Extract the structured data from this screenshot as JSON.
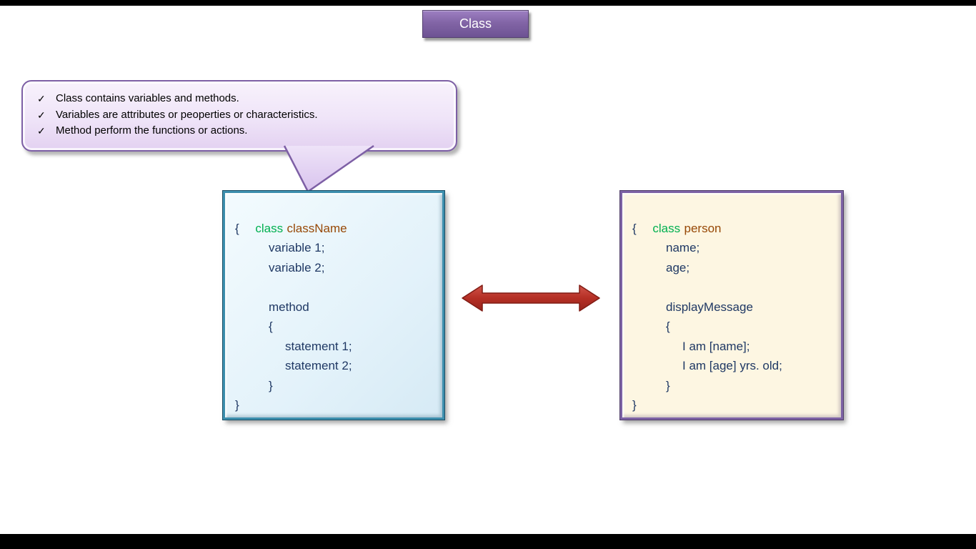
{
  "colors": {
    "accent_purple": "#8064a2",
    "button_purple": "#7a5c9e",
    "keyword_green": "#00b050",
    "class_name_brown": "#974806",
    "code_navy": "#1f3864",
    "left_box_border_teal": "#3d8fae",
    "left_box_fill_blue": "#e3f2fa",
    "right_box_fill_cream": "#fdf6e2",
    "right_box_border_purple": "#7d62a5",
    "callout_fill_lavender": "#efe4f8",
    "arrow_red": "#b52f25"
  },
  "title_button": {
    "label": "Class"
  },
  "callout": {
    "bullet_icon": "✓",
    "bullets": [
      "Class contains variables and methods.",
      "Variables are attributes or peoperties or characteristics.",
      "Method perform the functions or actions."
    ]
  },
  "left_code_box": {
    "keyword": "class",
    "name": "className",
    "lines": [
      {
        "indent": 0,
        "text": "{"
      },
      {
        "indent": 1,
        "text": "variable 1;"
      },
      {
        "indent": 1,
        "text": "variable 2;"
      },
      {
        "indent": 0,
        "text": ""
      },
      {
        "indent": 1,
        "text": "method"
      },
      {
        "indent": 1,
        "text": "{"
      },
      {
        "indent": 2,
        "text": "statement 1;"
      },
      {
        "indent": 2,
        "text": "statement 2;"
      },
      {
        "indent": 1,
        "text": "}"
      },
      {
        "indent": 0,
        "text": "}"
      }
    ]
  },
  "right_code_box": {
    "keyword": "class",
    "name": "person",
    "lines": [
      {
        "indent": 0,
        "text": "{"
      },
      {
        "indent": 1,
        "text": "name;"
      },
      {
        "indent": 1,
        "text": "age;"
      },
      {
        "indent": 0,
        "text": ""
      },
      {
        "indent": 1,
        "text": "displayMessage"
      },
      {
        "indent": 1,
        "text": "{"
      },
      {
        "indent": 2,
        "text": "I am [name];"
      },
      {
        "indent": 2,
        "text": "I am [age] yrs. old;"
      },
      {
        "indent": 1,
        "text": "}"
      },
      {
        "indent": 0,
        "text": "}"
      }
    ]
  },
  "arrow": {
    "type": "double-headed-horizontal",
    "color": "#b52f25"
  }
}
